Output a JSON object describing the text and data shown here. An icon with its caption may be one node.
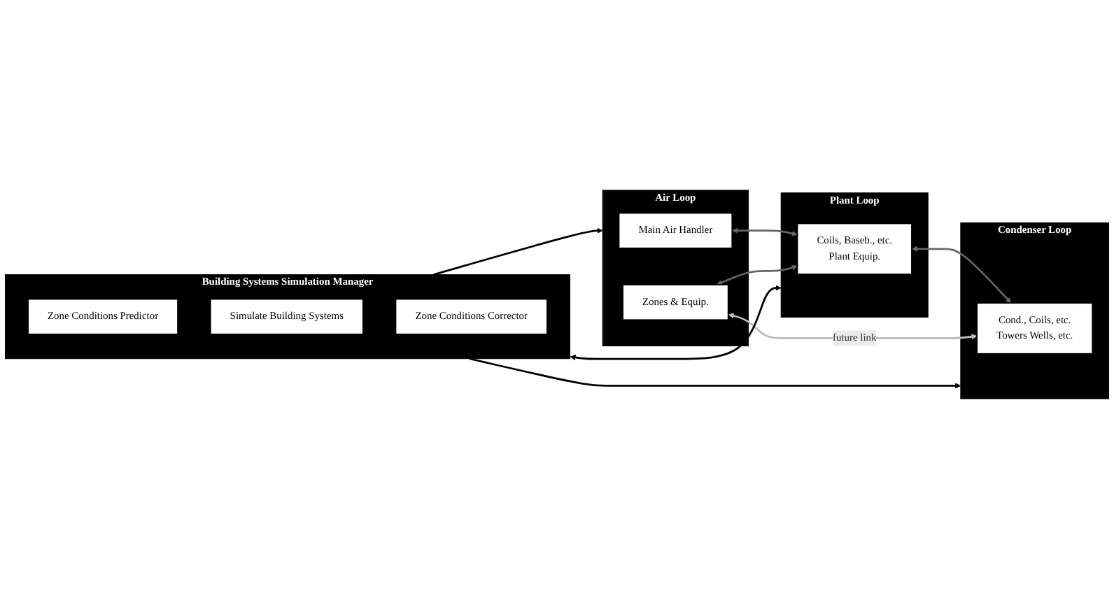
{
  "diagram": {
    "nodes": [
      {
        "text": [
          "Building Systems Simulation Manager"
        ]
      },
      {
        "text": [
          "Zone Conditions Predictor"
        ],
        "in": 0
      },
      {
        "text": [
          "Simulate Building Systems"
        ],
        "in": 0
      },
      {
        "text": [
          "Zone Conditions Corrector"
        ],
        "in": 0
      },
      {
        "text": [
          "Air Loop"
        ]
      },
      {
        "text": [
          "Main Air Handler"
        ],
        "in": 4
      },
      {
        "text": [
          "Zones & Equip."
        ],
        "in": 4
      },
      {
        "text": [
          "Plant Loop"
        ]
      },
      {
        "text": [
          "Coils, Baseb., etc.",
          "Plant Equip."
        ],
        "in": 7
      },
      {
        "text": [
          "Condenser Loop"
        ]
      },
      {
        "text": [
          "Cond., Coils, etc.",
          "Towers Wells, etc."
        ],
        "in": 9
      }
    ],
    "edges": [
      {
        "from": 0,
        "to": 4,
        "arrow": "to"
      },
      {
        "from": 0,
        "to": 7,
        "arrow": "both"
      },
      {
        "from": 0,
        "to": 9,
        "arrow": "to"
      },
      {
        "from": 5,
        "to": 8,
        "arrow": "both",
        "color": "#666666"
      },
      {
        "from": 6,
        "to": 8,
        "arrow": "both",
        "color": "#666666"
      },
      {
        "from": 8,
        "to": 10,
        "arrow": "both",
        "color": "#666666"
      },
      {
        "from": 6,
        "to": 10,
        "label": "future link",
        "arrow": "both",
        "color": "#bbbbbb"
      }
    ]
  }
}
